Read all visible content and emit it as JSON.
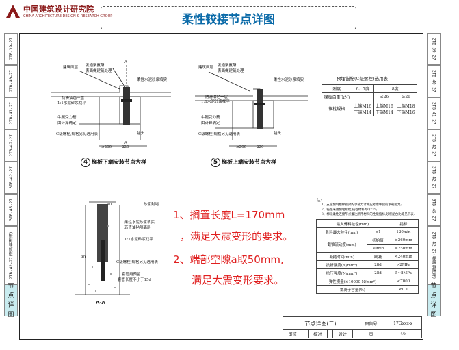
{
  "header": {
    "logo_cn": "中国建筑设计研究院",
    "logo_en": "CHINA ARCHITECTURE DESIGN & RESEARCH GROUP",
    "title": "柔性铰接节点详图"
  },
  "left_tabs": [
    "2TB-39-27",
    "2TB-40-27",
    "2TB-41-27",
    "2TB-42-27",
    "3TB-42-27",
    "3TB-45-27",
    "2TB-42-27(梯段有隔墙)",
    "节点详图"
  ],
  "right_tabs": [
    "2TB-39-27",
    "2TB-40-27",
    "2TB-41-27",
    "2TB-42-27",
    "3TB-42-27",
    "3TB-45-27",
    "2TB-42-27(梯段有隔墙)",
    "节点详图"
  ],
  "detail4": {
    "caption_num": "4",
    "caption": "梯板下端安装节点大样",
    "labels": [
      "建筑面层",
      "发泡聚氨酯",
      "表面做建筑处理",
      "柔性水泥砂浆填实",
      "防滑油毡一层",
      "1:1水泥砂浆找平",
      "牛腿受力筋",
      "由计算确定",
      "C级螺栓,规格另见选用表",
      "锚头"
    ],
    "dims": [
      "≥200",
      "220",
      "A",
      "A"
    ]
  },
  "detail5": {
    "caption_num": "5",
    "caption": "梯板上端安装节点大样",
    "labels": [
      "建筑面层",
      "发泡聚氨酯",
      "表面做建筑处理",
      "柔性水泥砂浆填实",
      "防滑油毡一层",
      "1:1水泥砂浆找平",
      "牛腿受力筋",
      "由计算确定",
      "C级螺栓,规格另见选用表",
      "锚头"
    ],
    "dims": [
      "≥200",
      "220"
    ]
  },
  "section_aa": {
    "caption": "A-A",
    "labels": [
      "砂浆封堵",
      "柔性水泥砂浆填实",
      "沥青油毡隔离层",
      "1:1水泥砂浆找平",
      "C级螺栓,规格另见选用表",
      "套管用预留",
      "套管长度不小于15d"
    ],
    "dims": [
      "50",
      "90"
    ]
  },
  "anchor_table": {
    "title": "预埋锚栓(C级螺栓)选用表",
    "rows": [
      [
        "烈度",
        "6、7度",
        "8度"
      ],
      [
        "梯板自重(kN)",
        "——",
        "≤26",
        "≥26"
      ],
      [
        "锚栓规格",
        "上端M16\n下端M14",
        "上端M16\n下端M14",
        "上端M18\n下端M16"
      ]
    ]
  },
  "notes": {
    "header": "注:",
    "lines": [
      "1、支座预制楼梯钢梁的承载力计算应考虑牛腿的承载能力;",
      "2、锚栓采用预埋螺栓,锚栓材料为Q235;",
      "3、梯段柔性连接节点灌注所用材料的性能指标,砂浆配合比等见下表:"
    ]
  },
  "mortar_table": {
    "header": [
      "最大骨料粒径(mm)",
      "指标"
    ],
    "rows": [
      [
        "骨料最大粒径(mm)",
        "≤1",
        "120min"
      ],
      [
        "截锥流动度(mm)",
        "初始值",
        "≥260mm"
      ],
      [
        "",
        "30min",
        "≥250mm"
      ],
      [
        "凝结时间(min)",
        "终凝",
        "<240min"
      ],
      [
        "抗折强度(N/mm²)",
        "28d",
        ">2MPa"
      ],
      [
        "抗压强度(N/mm²)",
        "28d",
        "5~8MPa"
      ],
      [
        "弹性模量(×10000 N/mm²)",
        "",
        "<7000"
      ],
      [
        "氯离子含量(%)",
        "",
        "<0.1"
      ]
    ]
  },
  "red_notes": [
    "1、搁置长度L=170mm",
    "，满足大震变形的要求。",
    "2、端部空隙a取50mm,",
    "满足大震变形要求。"
  ],
  "title_block": {
    "name": "节点详图(二)",
    "atlas_label": "图集号",
    "atlas_value": "17Gxxx-x",
    "page_label": "页",
    "page_value": "46",
    "row2": [
      "审核",
      "校对",
      "设计"
    ]
  }
}
